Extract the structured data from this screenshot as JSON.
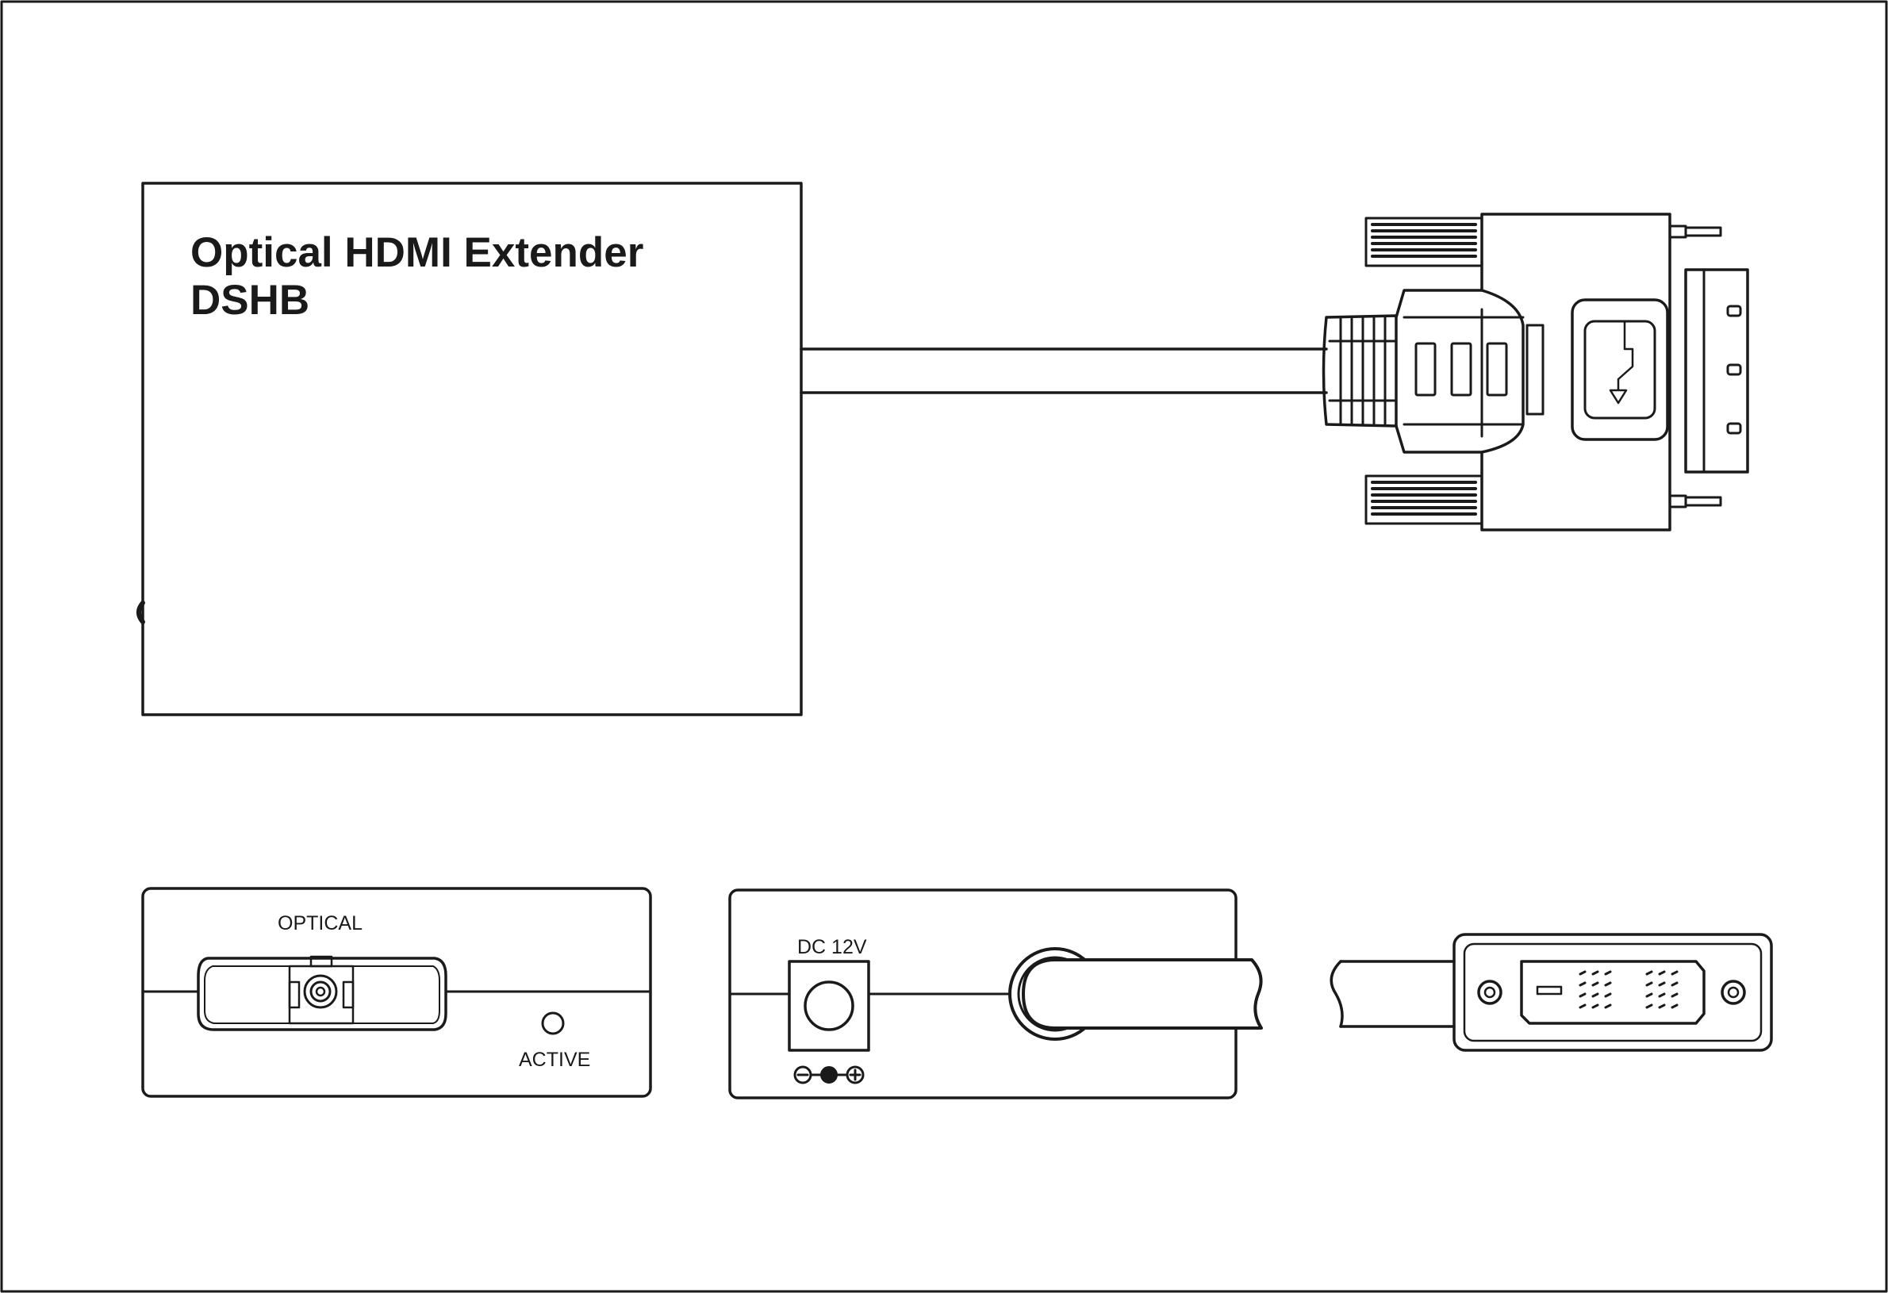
{
  "device": {
    "title_line1": "Optical HDMI Extender",
    "title_line2": "DSHB"
  },
  "front_panel": {
    "optical_label": "OPTICAL",
    "active_label": "ACTIVE"
  },
  "rear_panel": {
    "power_label": "DC 12V"
  },
  "colors": {
    "line": "#1a1a1a",
    "background": "#ffffff"
  }
}
